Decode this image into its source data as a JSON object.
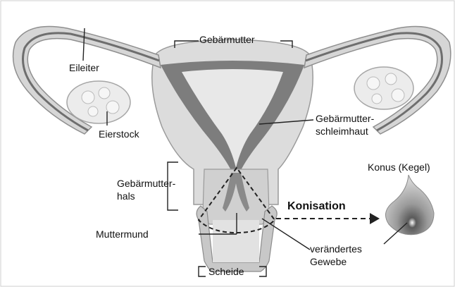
{
  "labels": {
    "gebaermutter": "Gebärmutter",
    "eileiter": "Eileiter",
    "eierstock": "Eierstock",
    "schleimhaut_1": "Gebärmutter-",
    "schleimhaut_2": "schleimhaut",
    "hals_1": "Gebärmutter-",
    "hals_2": "hals",
    "konus": "Konus (Kegel)",
    "konisation": "Konisation",
    "muttermund": "Muttermund",
    "veraendert_1": "verändertes",
    "veraendert_2": "Gewebe",
    "scheide": "Scheide"
  },
  "colors": {
    "tissue_light": "#e6e6e6",
    "tissue_mid": "#c9c9c9",
    "mucosa": "#7d7d7d",
    "outline": "#8f8f8f",
    "line": "#222222"
  }
}
